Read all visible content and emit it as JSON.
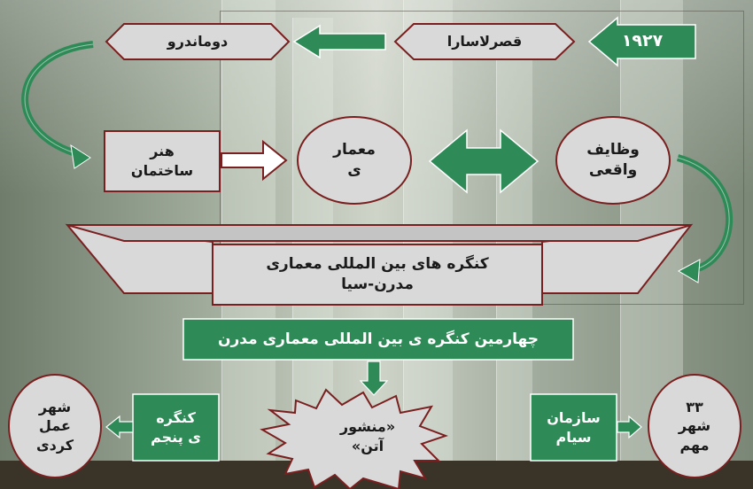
{
  "diagram": {
    "year": "۱۹۲۷",
    "sarra": "قصرلاسارا",
    "domandero": "دوماندرو",
    "art_line1": "هنر",
    "art_line2": "ساختمان",
    "architect_line1": "معمار",
    "architect_line2": "ی",
    "duties_line1": "وظایف",
    "duties_line2": "واقعی",
    "congress_line1": "کنگره های بین المللی معماری",
    "congress_line2": "مدرن-سیا",
    "fourth_congress": "چهارمین کنگره ی بین المللی معماری مدرن",
    "athens_line1": "«منشور",
    "athens_line2": "آتن»",
    "org_line1": "سازمان",
    "org_line2": "سیام",
    "cities_line1": "۳۳",
    "cities_line2": "شهر",
    "cities_line3": "مهم",
    "fifth_line1": "کنگره",
    "fifth_line2": "ی پنجم",
    "functional_line1": "شهر",
    "functional_line2": "عمل",
    "functional_line3": "کردی"
  },
  "colors": {
    "green": "#2e8b57",
    "green_border": "#ffffff",
    "shape_fill": "#d9d9d9",
    "shape_border": "#7a1f1f",
    "text_dark": "#1a1a1a",
    "text_light": "#ffffff"
  }
}
